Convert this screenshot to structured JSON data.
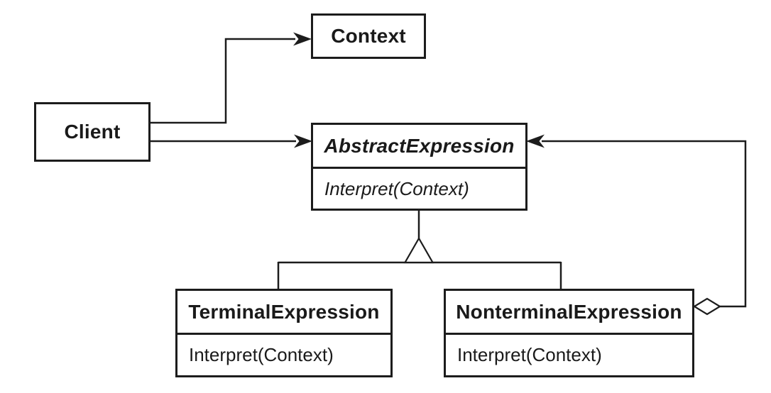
{
  "diagram": {
    "classes": {
      "context": {
        "name": "Context"
      },
      "client": {
        "name": "Client"
      },
      "abstract_expression": {
        "name": "AbstractExpression",
        "method": "Interpret(Context)"
      },
      "terminal_expression": {
        "name": "TerminalExpression",
        "method": "Interpret(Context)"
      },
      "nonterminal_expression": {
        "name": "NonterminalExpression",
        "method": "Interpret(Context)"
      }
    },
    "relationships": {
      "client_to_context": "association-arrow",
      "client_to_abstract_expression": "association-arrow",
      "subclasses_to_abstract_expression": "inheritance-triangle",
      "nonterminal_to_abstract_expression": "aggregation-diamond-arrow"
    },
    "colors": {
      "line": "#1c1c1c",
      "box_border": "#1c1c1c",
      "box_fill": "#ffffff",
      "text": "#1a1a1a",
      "background": "#ffffff"
    }
  }
}
